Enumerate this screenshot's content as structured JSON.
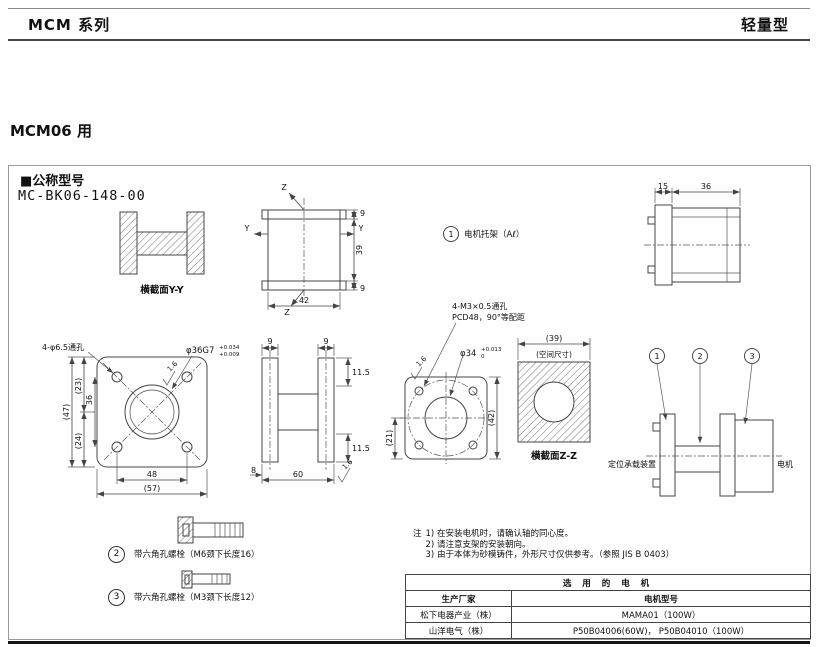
{
  "header": {
    "series": "MCM 系列",
    "category": "轻量型"
  },
  "section": {
    "title": "MCM06 用",
    "model_heading": "■公称型号",
    "model_number": "MC-BK06-148-00"
  },
  "labels": {
    "section_yy": "横截面Y-Y",
    "section_zz": "横截面Z-Z",
    "space_dim": "(39)",
    "space_note": "(空间尺寸)",
    "positioning": "定位承载装置",
    "motor": "电机",
    "callout1_num": "1",
    "callout2_num": "2",
    "callout3_num": "3",
    "callout1_label": "电机托架（Aℓ）",
    "bolt_m6_label": "带六角孔螺栓（M6颈下长度16）",
    "bolt_m3_label": "带六角孔螺栓（M3颈下长度12）"
  },
  "dims": {
    "axis_y": "Y",
    "axis_z": "Z",
    "w42": "42",
    "h39": "39",
    "t9": "9",
    "d15": "15",
    "d36": "36",
    "holes_a": "4-φ6.5通孔",
    "bore_a": "φ36G7",
    "bore_a_tol_u": "+0.034",
    "bore_a_tol_l": "+0.009",
    "h47": "(47)",
    "h23": "(23)",
    "h24": "(24)",
    "p36": "36",
    "w48": "48",
    "w57": "(57)",
    "s9a": "9",
    "s9b": "9",
    "s115a": "11.5",
    "s115b": "11.5",
    "s8": "8",
    "s60": "60",
    "finish": "1.6",
    "holes_b1": "4-M3×0.5通孔",
    "holes_b2": "PCD48，90°等配距",
    "bore_b": "φ34",
    "bore_b_tol_u": "+0.013",
    "bore_b_tol_l": "0",
    "h21": "(21)",
    "h42": "(42)"
  },
  "notes": {
    "prefix": "注",
    "line1": "1) 在安装电机时，请确认轴的同心度。",
    "line2": "2) 请注意支架的安装朝向。",
    "line3": "3) 由于本体为砂模铸件，外形尺寸仅供参考。（参照 JIS B 0403）"
  },
  "table": {
    "title": "选 用 的 电 机",
    "maker_header": "生产厂家",
    "model_header": "电机型号",
    "rows": [
      {
        "maker": "松下电器产业（株）",
        "model": "MAMA01（100W）"
      },
      {
        "maker": "山洋电气（株）",
        "model": "P50B04006(60W)， P50B04010（100W）"
      }
    ]
  }
}
